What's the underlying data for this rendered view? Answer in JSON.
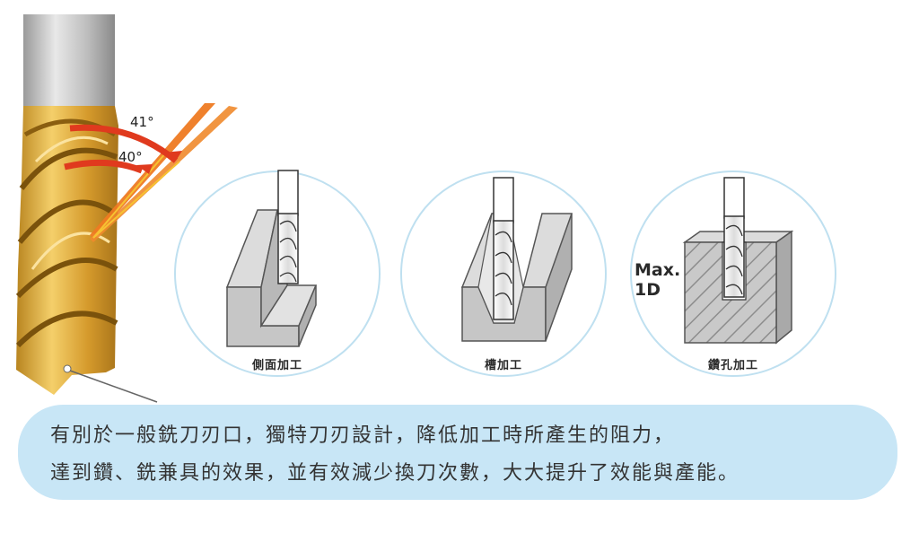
{
  "angles": {
    "upper": "41°",
    "lower": "40°"
  },
  "operations": [
    {
      "label": "側面加工"
    },
    {
      "label": "槽加工"
    },
    {
      "label": "鑽孔加工"
    }
  ],
  "drilling_limit": {
    "line1": "Max.",
    "line2": "1D"
  },
  "banner": {
    "line1": "有別於一般銑刀刃口，獨特刀刃設計，降低加工時所產生的阻力，",
    "line2": "達到鑽、銑兼具的效果，並有效減少換刀次數，大大提升了效能與產能。"
  },
  "colors": {
    "gold": "#d9a43c",
    "arrow_red": "#e03a1e",
    "ray_orange": "#ee7a22",
    "circle_border": "#bfe0f0",
    "banner_bg": "#c8e6f6",
    "block_gray": "#c8c8c8"
  }
}
